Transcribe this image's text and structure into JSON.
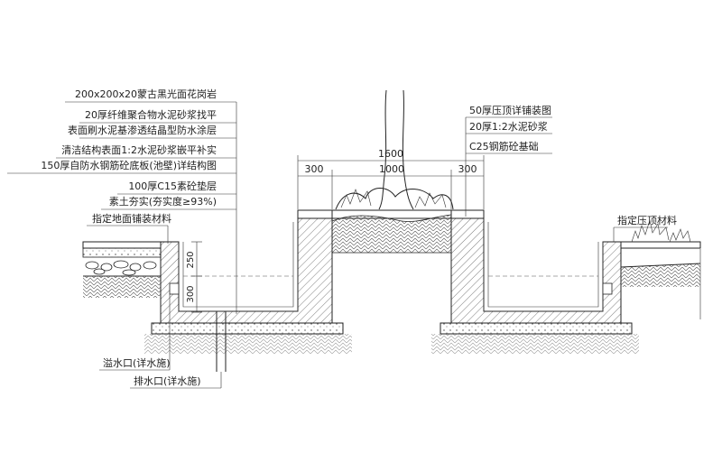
{
  "left_layers": [
    "200x200x20蒙古黑光面花岗岩",
    "20厚纤维聚合物水泥砂浆找平",
    "表面刷水泥基渗透结晶型防水涂层",
    "清洁结构表面1:2水泥砂浆嵌平补实",
    "150厚自防水钢筋砼底板(池壁)详结构图",
    "100厚C15素砼垫层",
    "素土夯实(夯实度≥93%)"
  ],
  "right_layers": [
    "50厚压顶详铺装图",
    "20厚1:2水泥砂浆",
    "C25钢筋砼基础"
  ],
  "left_paving_label": "指定地面铺装材料",
  "right_coping_label": "指定压顶材料",
  "dimensions": {
    "overall": "1600",
    "center": "1000",
    "left_ledge": "300",
    "right_ledge": "300",
    "depth_upper": "250",
    "depth_lower": "300"
  },
  "outlets": [
    "溢水口(详水施)",
    "排水口(详水施)"
  ]
}
